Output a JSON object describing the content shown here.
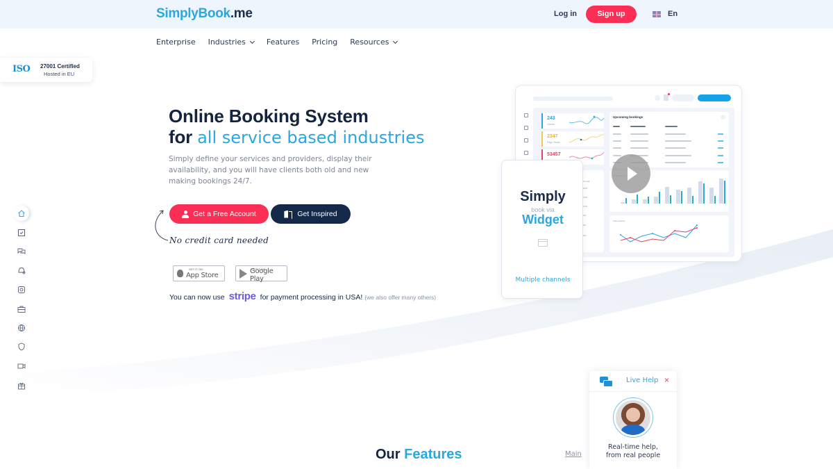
{
  "header": {
    "logo": {
      "prefix": "S",
      "brand": "implyBook",
      "suffix": ".me"
    },
    "login_label": "Log in",
    "signup_label": "Sign up",
    "language": {
      "flag_icon": "uk-flag-icon",
      "label": "En"
    }
  },
  "nav": {
    "items": [
      {
        "label": "Enterprise",
        "has_dropdown": false
      },
      {
        "label": "Industries",
        "has_dropdown": true
      },
      {
        "label": "Features",
        "has_dropdown": false
      },
      {
        "label": "Pricing",
        "has_dropdown": false
      },
      {
        "label": "Resources",
        "has_dropdown": true
      }
    ]
  },
  "iso_badge": {
    "mark": "ISO",
    "line1": "27001 Certified",
    "line2": "Hosted in EU"
  },
  "hero": {
    "title_line1": "Online Booking System",
    "title_for": "for",
    "title_accent": "all service based industries",
    "description": "Simply define your services and providers, display their availability, and you will have clients both old and new making bookings 24/7.",
    "primary_button": {
      "label": "Get a Free Account",
      "icon": "user-icon"
    },
    "secondary_button": {
      "label": "Get Inspired",
      "icon": "door-icon"
    },
    "note": "No credit card needed",
    "stores": [
      {
        "small": "GET IT ON",
        "label": "App Store",
        "icon": "apple-icon"
      },
      {
        "small": "GET IT ON",
        "label": "Google Play",
        "icon": "google-play-icon"
      }
    ],
    "stripe": {
      "before": "You can now use",
      "brand": "stripe",
      "after": "for payment processing in USA!",
      "note": "(we also offer many others)"
    }
  },
  "side_rail": {
    "icons": [
      "home-icon",
      "checkbox-icon",
      "chat-icon",
      "bell-settings-icon",
      "instagram-icon",
      "briefcase-icon",
      "globe-icon",
      "shield-icon",
      "video-icon",
      "gift-icon"
    ],
    "active_index": 0
  },
  "dashboard_preview": {
    "stats": [
      {
        "value": "243",
        "label": "Clients",
        "color": "#2aa7e0"
      },
      {
        "value": "2347",
        "label": "Page Views",
        "color": "#f2c94c"
      },
      {
        "value": "53457",
        "label": "Sessions",
        "color": "#e0426a"
      }
    ],
    "upcoming_title": "Upcoming bookings",
    "upcoming_columns": [
      "Date",
      "Service duration",
      "Service name"
    ],
    "total_bookings_title": "Total bookings",
    "client_activity_title": "Client activity",
    "percent_title": "% total",
    "percent_ticks": [
      "18%",
      "14%",
      "12%",
      "9%",
      "8%",
      "6%"
    ]
  },
  "widget_card": {
    "line1": "Simply",
    "line2": "book via",
    "line3": "Widget",
    "footer": "Multiple channels"
  },
  "live_help": {
    "title": "Live Help",
    "close": "×",
    "text_line1": "Real-time help,",
    "text_line2": "from real people"
  },
  "features": {
    "prefix": "Our",
    "accent": "Features",
    "tab_label": "Main"
  },
  "colors": {
    "primary_red": "#fb2f55",
    "navy": "#14284a",
    "accent_blue": "#2aa7e0",
    "stripe_purple": "#6a5ae0",
    "header_bg": "#eff5fd"
  }
}
